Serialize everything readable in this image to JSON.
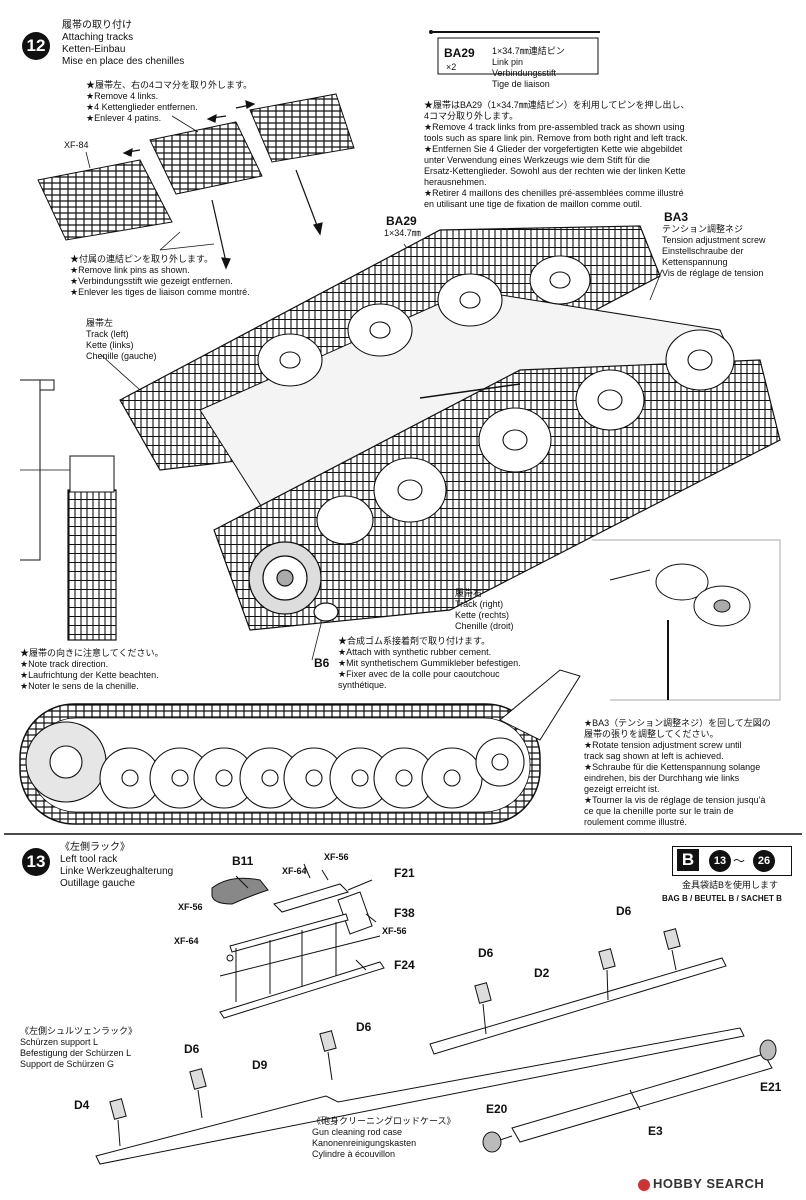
{
  "step12": {
    "number": "12",
    "title": "履帯の取り付け\nAttaching tracks\nKetten-Einbau\nMise en place des chenilles",
    "remove_links": "★履帯左、右の4コマ分を取り外します。\n★Remove 4 links.\n★4 Kettenglieder entfernen.\n★Enlever 4 patins.",
    "xf84": "XF-84",
    "remove_pins": "★付属の連結ピンを取り外します。\n★Remove link pins as shown.\n★Verbindungsstift wie gezeigt entfernen.\n★Enlever les tiges de liaison comme montré.",
    "ba29_box_code": "BA29",
    "ba29_box_qty": "×2",
    "ba29_box_desc": "1×34.7㎜連結ピン\nLink pin\nVerbindungsstift\nTige de liaison",
    "pin_note": "★履帯はBA29（1×34.7㎜連結ピン）を利用してピンを押し出し、\n4コマ分取り外します。\n★Remove 4 track links from pre-assembled track as shown using\ntools such as spare link pin. Remove from both right and left track.\n★Entfernen Sie 4 Glieder der vorgefertigten Kette wie abgebildet\nunter Verwendung eines Werkzeugs wie dem Stift für die\nErsatz-Kettenglieder. Sowohl aus der rechten wie der linken Kette\nherausnehmen.\n★Retirer 4 maillons des chenilles pré-assemblées comme illustré\nen utilisant une tige de fixation de maillon comme outil.",
    "ba29_label": "BA29",
    "ba29_size": "1×34.7㎜",
    "ba3_label": "BA3",
    "ba3_desc": "テンション調整ネジ\nTension adjustment screw\nEinstellschraube der\nKettenspannung\nVis de réglage de tension",
    "track_left": "履帯左\nTrack (left)\nKette (links)\nChenille (gauche)",
    "track_right": "履帯右\nTrack (right)\nKette (rechts)\nChenille (droit)",
    "direction_note": "★履帯の向きに注意してください。\n★Note track direction.\n★Laufrichtung der Kette beachten.\n★Noter le sens de la chenille.",
    "b6_label": "B6",
    "cement_note": "★合成ゴム系接着剤で取り付けます。\n★Attach with synthetic rubber cement.\n★Mit synthetischem Gummikleber befestigen.\n★Fixer avec de la colle pour caoutchouc\nsynthétique.",
    "tension_note": "★BA3（テンション調整ネジ）を回して左図の\n履帯の張りを調整してください。\n★Rotate tension adjustment screw until\ntrack sag shown at left is achieved.\n★Schraube für die Kettenspannung solange\neindrehen, bis der Durchhang wie links\ngezeigt erreicht ist.\n★Tourner la vis de réglage de tension jusqu'à\nce que la chenille porte sur le train de\nroulement comme illustré."
  },
  "step13": {
    "number": "13",
    "title": "《左側ラック》\nLeft tool rack\nLinke Werkzeughalterung\nOutillage gauche",
    "bag_letter": "B",
    "bag_from": "13",
    "bag_tilde": "～",
    "bag_to": "26",
    "bag_note_jp": "金具袋詰Bを使用します",
    "bag_note": "BAG B / BEUTEL B / SACHET B",
    "labels": {
      "b11": "B11",
      "f21": "F21",
      "f38": "F38",
      "f24": "F24",
      "xf56a": "XF-56",
      "xf64a": "XF-64",
      "xf56b": "XF-56",
      "xf64b": "XF-64",
      "xf56c": "XF-56",
      "d6a": "D6",
      "d6b": "D6",
      "d2": "D2",
      "d6c": "D6",
      "d6d": "D6",
      "d9": "D9",
      "d4": "D4",
      "e20": "E20",
      "e3": "E3",
      "e21": "E21"
    },
    "schurzen": "《左側シュルツェンラック》\nSchürzen support L\nBefestigung der Schürzen L\nSupport de Schürzen G",
    "rod_case": "《砲身クリーニングロッドケース》\nGun cleaning rod case\nKanonenreinigungskasten\nCylindre à écouvillon"
  },
  "watermark": "HOBBY SEARCH"
}
